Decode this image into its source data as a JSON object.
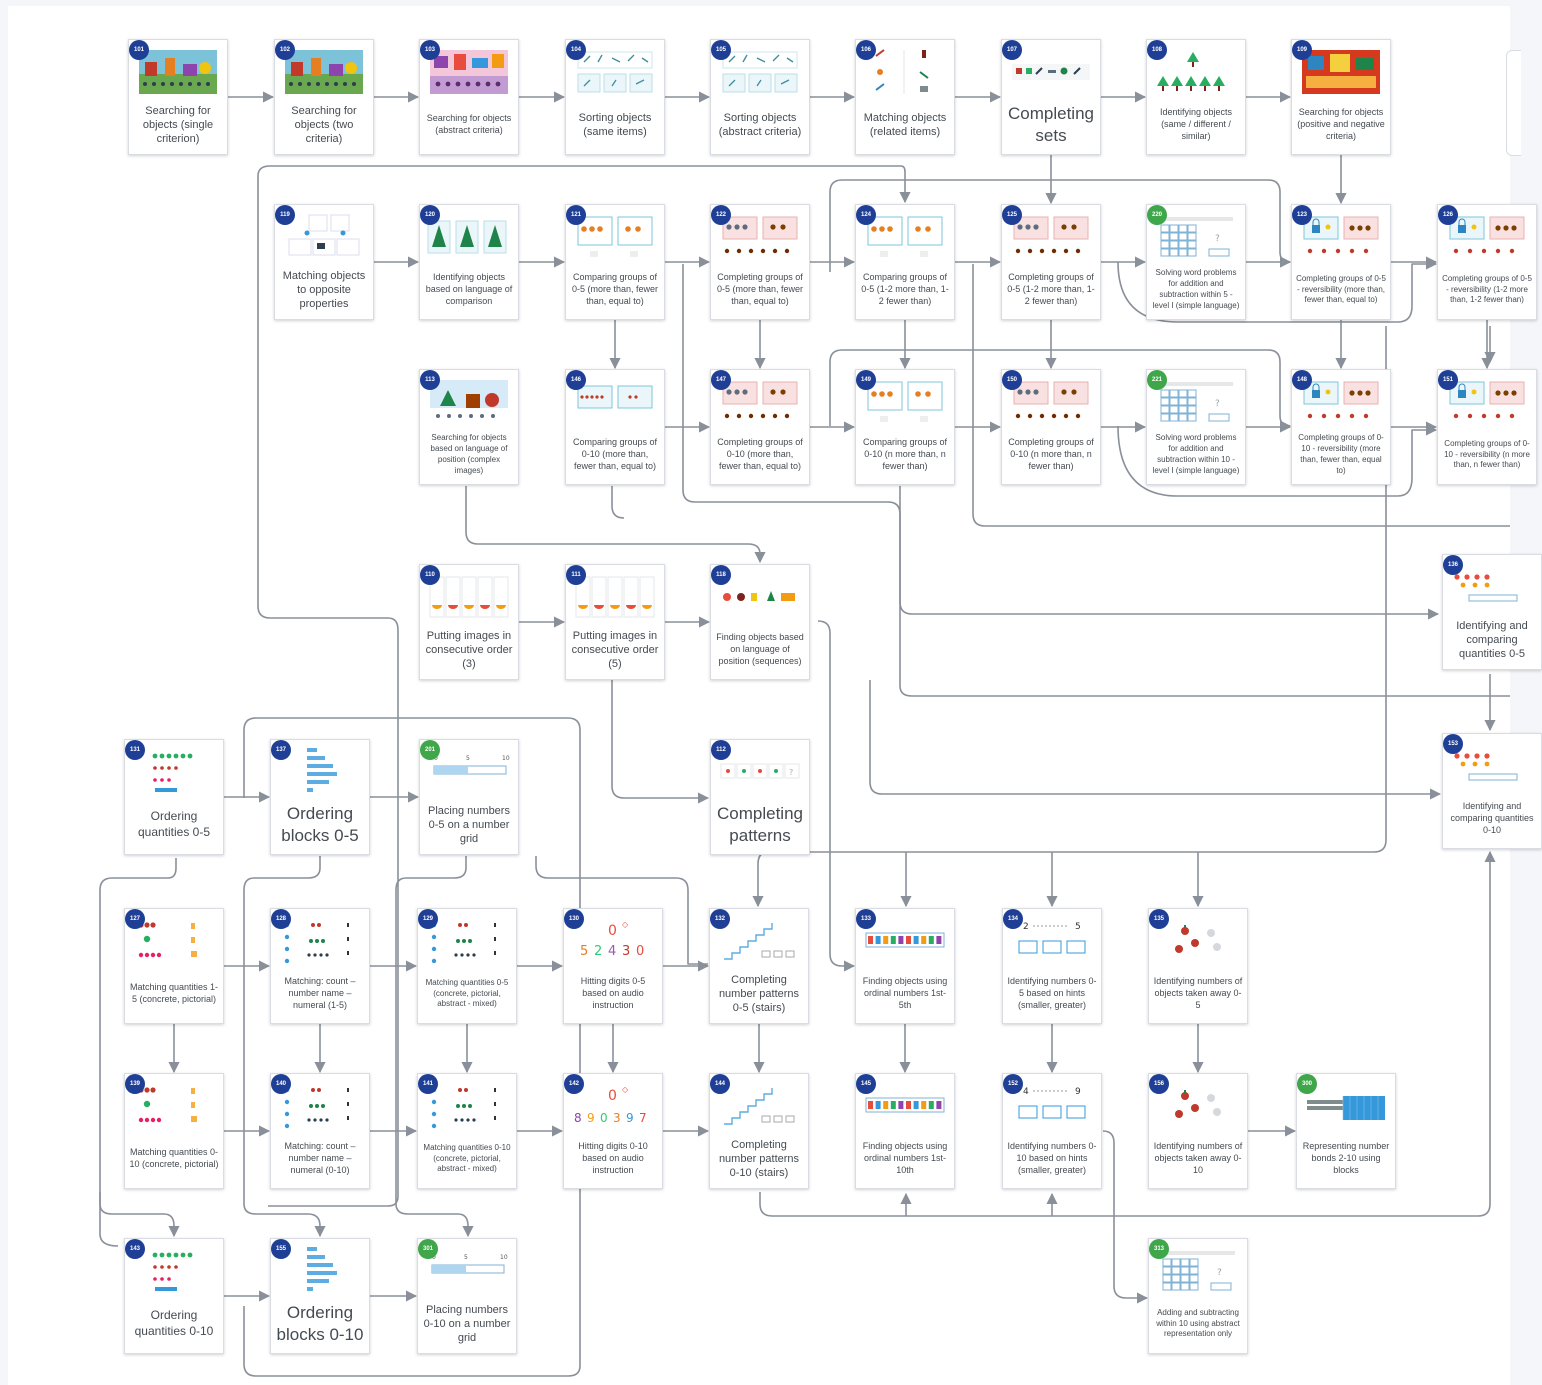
{
  "colors": {
    "badge_blue": "#1f3f96",
    "badge_green": "#3fa64a",
    "line": "#8a9099",
    "card_border": "#d9dde3",
    "text": "#454b52"
  },
  "cards": [
    {
      "id": "101",
      "label": "Searching for objects (single criterion)",
      "badge": "101",
      "thumb": "scene"
    },
    {
      "id": "102",
      "label": "Searching for objects (two criteria)",
      "badge": "102",
      "thumb": "scene"
    },
    {
      "id": "103",
      "label": "Searching for objects (abstract criteria)",
      "badge": "103",
      "thumb": "scene-pink"
    },
    {
      "id": "104",
      "label": "Sorting objects (same items)",
      "badge": "104",
      "thumb": "sort"
    },
    {
      "id": "105",
      "label": "Sorting objects (abstract criteria)",
      "badge": "105",
      "thumb": "sort"
    },
    {
      "id": "106",
      "label": "Matching objects (related items)",
      "badge": "106",
      "thumb": "pairs"
    },
    {
      "id": "107",
      "label": "Completing sets",
      "badge": "107",
      "thumb": "row"
    },
    {
      "id": "108",
      "label": "Identifying objects (same / different / similar)",
      "badge": "108",
      "thumb": "trees"
    },
    {
      "id": "109",
      "label": "Searching for objects (positive and negative criteria)",
      "badge": "109",
      "thumb": "scene-red"
    },
    {
      "id": "119",
      "label": "Matching objects to opposite properties",
      "badge": "119",
      "thumb": "opposite"
    },
    {
      "id": "120",
      "label": "Identifying objects based on language of comparison",
      "badge": "120",
      "thumb": "trees3"
    },
    {
      "id": "121",
      "label": "Comparing groups of 0-5 (more than, fewer than, equal to)",
      "badge": "121",
      "thumb": "compare"
    },
    {
      "id": "122",
      "label": "Completing groups of 0-5 (more than, fewer than, equal to)",
      "badge": "122",
      "thumb": "compare-pink"
    },
    {
      "id": "124",
      "label": "Comparing groups of 0-5 (1-2 more than, 1-2 fewer than)",
      "badge": "124",
      "thumb": "compare"
    },
    {
      "id": "125",
      "label": "Completing groups of 0-5 (1-2 more than, 1-2 fewer than)",
      "badge": "125",
      "thumb": "compare-pink"
    },
    {
      "id": "220",
      "label": "Solving word problems for addition and subtraction within 5 - level I (simple language)",
      "badge": "220",
      "thumb": "grid"
    },
    {
      "id": "123",
      "label": "Completing groups of 0-5 - reversibility (more than, fewer than, equal to)",
      "badge": "123",
      "thumb": "lock"
    },
    {
      "id": "126",
      "label": "Completing groups of 0-5 - reversibility (1-2 more than, 1-2 fewer than)",
      "badge": "126",
      "thumb": "lock"
    },
    {
      "id": "113",
      "label": "Searching for objects based on language of position (complex images)",
      "badge": "113",
      "thumb": "scene-snow"
    },
    {
      "id": "146",
      "label": "Comparing groups of 0-10 (more than, fewer than, equal to)",
      "badge": "146",
      "thumb": "compare2"
    },
    {
      "id": "147",
      "label": "Completing groups of 0-10 (more than, fewer than, equal to)",
      "badge": "147",
      "thumb": "compare-pink"
    },
    {
      "id": "149",
      "label": "Comparing groups of 0-10 (n more than, n fewer than)",
      "badge": "149",
      "thumb": "compare"
    },
    {
      "id": "150",
      "label": "Completing groups of 0-10 (n more than, n fewer than)",
      "badge": "150",
      "thumb": "compare-pink"
    },
    {
      "id": "221",
      "label": "Solving word problems for addition and subtraction within 10 - level I (simple language)",
      "badge": "221",
      "thumb": "grid"
    },
    {
      "id": "148",
      "label": "Completing groups of 0-10 - reversibility (more than, fewer than, equal to)",
      "badge": "148",
      "thumb": "lock"
    },
    {
      "id": "151",
      "label": "Completing groups of 0-10 - reversibility (n more than, n fewer than)",
      "badge": "151",
      "thumb": "lock"
    },
    {
      "id": "110",
      "label": "Putting images in consecutive order (3)",
      "badge": "110",
      "thumb": "seq"
    },
    {
      "id": "111",
      "label": "Putting images in consecutive order (5)",
      "badge": "111",
      "thumb": "seq"
    },
    {
      "id": "118",
      "label": "Finding objects based on language of position (sequences)",
      "badge": "118",
      "thumb": "objects-row"
    },
    {
      "id": "136",
      "label": "Identifying and comparing quantities 0-5",
      "badge": "136",
      "thumb": "dots"
    },
    {
      "id": "153",
      "label": "Identifying and comparing quantities 0-10",
      "badge": "153",
      "thumb": "dots"
    },
    {
      "id": "131",
      "label": "Ordering quantities 0-5",
      "badge": "131",
      "thumb": "order"
    },
    {
      "id": "137",
      "label": "Ordering blocks 0-5",
      "badge": "137",
      "thumb": "blocks"
    },
    {
      "id": "201",
      "label": "Placing numbers 0-5 on a number grid",
      "badge": "201",
      "thumb": "numline"
    },
    {
      "id": "112",
      "label": "Completing patterns",
      "badge": "112",
      "thumb": "pattern"
    },
    {
      "id": "127",
      "label": "Matching quantities 1-5 (concrete, pictorial)",
      "badge": "127",
      "thumb": "match"
    },
    {
      "id": "128",
      "label": "Matching: count – number name – numeral (1-5)",
      "badge": "128",
      "thumb": "match2"
    },
    {
      "id": "129",
      "label": "Matching quantities 0-5 (concrete, pictorial, abstract - mixed)",
      "badge": "129",
      "thumb": "match2"
    },
    {
      "id": "130",
      "label": "Hitting digits 0-5 based on audio instruction",
      "badge": "130",
      "thumb": "digits5"
    },
    {
      "id": "132",
      "label": "Completing number patterns 0-5 (stairs)",
      "badge": "132",
      "thumb": "stairs"
    },
    {
      "id": "133",
      "label": "Finding objects using ordinal numbers 1st-5th",
      "badge": "133",
      "thumb": "ordinal"
    },
    {
      "id": "134",
      "label": "Identifying numbers 0-5 based on hints (smaller, greater)",
      "badge": "134",
      "thumb": "hints5"
    },
    {
      "id": "135",
      "label": "Identifying numbers of objects taken away 0-5",
      "badge": "135",
      "thumb": "takeaway"
    },
    {
      "id": "139",
      "label": "Matching quantities 0-10 (concrete, pictorial)",
      "badge": "139",
      "thumb": "match"
    },
    {
      "id": "140",
      "label": "Matching: count – number name – numeral (0-10)",
      "badge": "140",
      "thumb": "match2"
    },
    {
      "id": "141",
      "label": "Matching quantities 0-10 (concrete, pictorial, abstract - mixed)",
      "badge": "141",
      "thumb": "match2"
    },
    {
      "id": "142",
      "label": "Hitting digits 0-10 based on audio instruction",
      "badge": "142",
      "thumb": "digits10"
    },
    {
      "id": "144",
      "label": "Completing number patterns 0-10 (stairs)",
      "badge": "144",
      "thumb": "stairs"
    },
    {
      "id": "145",
      "label": "Finding objects using ordinal numbers 1st-10th",
      "badge": "145",
      "thumb": "ordinal"
    },
    {
      "id": "152",
      "label": "Identifying numbers 0-10 based on hints (smaller, greater)",
      "badge": "152",
      "thumb": "hints10"
    },
    {
      "id": "156",
      "label": "Identifying numbers of objects taken away 0-10",
      "badge": "156",
      "thumb": "takeaway"
    },
    {
      "id": "300",
      "label": "Representing number bonds 2-10 using blocks",
      "badge": "300",
      "thumb": "bonds"
    },
    {
      "id": "143",
      "label": "Ordering quantities 0-10",
      "badge": "143",
      "thumb": "order"
    },
    {
      "id": "155",
      "label": "Ordering blocks 0-10",
      "badge": "155",
      "thumb": "blocks"
    },
    {
      "id": "301",
      "label": "Placing numbers 0-10 on a number grid",
      "badge": "301",
      "thumb": "numline"
    },
    {
      "id": "313",
      "label": "Adding and subtracting within 10 using abstract representation only",
      "badge": "313",
      "thumb": "grid"
    }
  ]
}
